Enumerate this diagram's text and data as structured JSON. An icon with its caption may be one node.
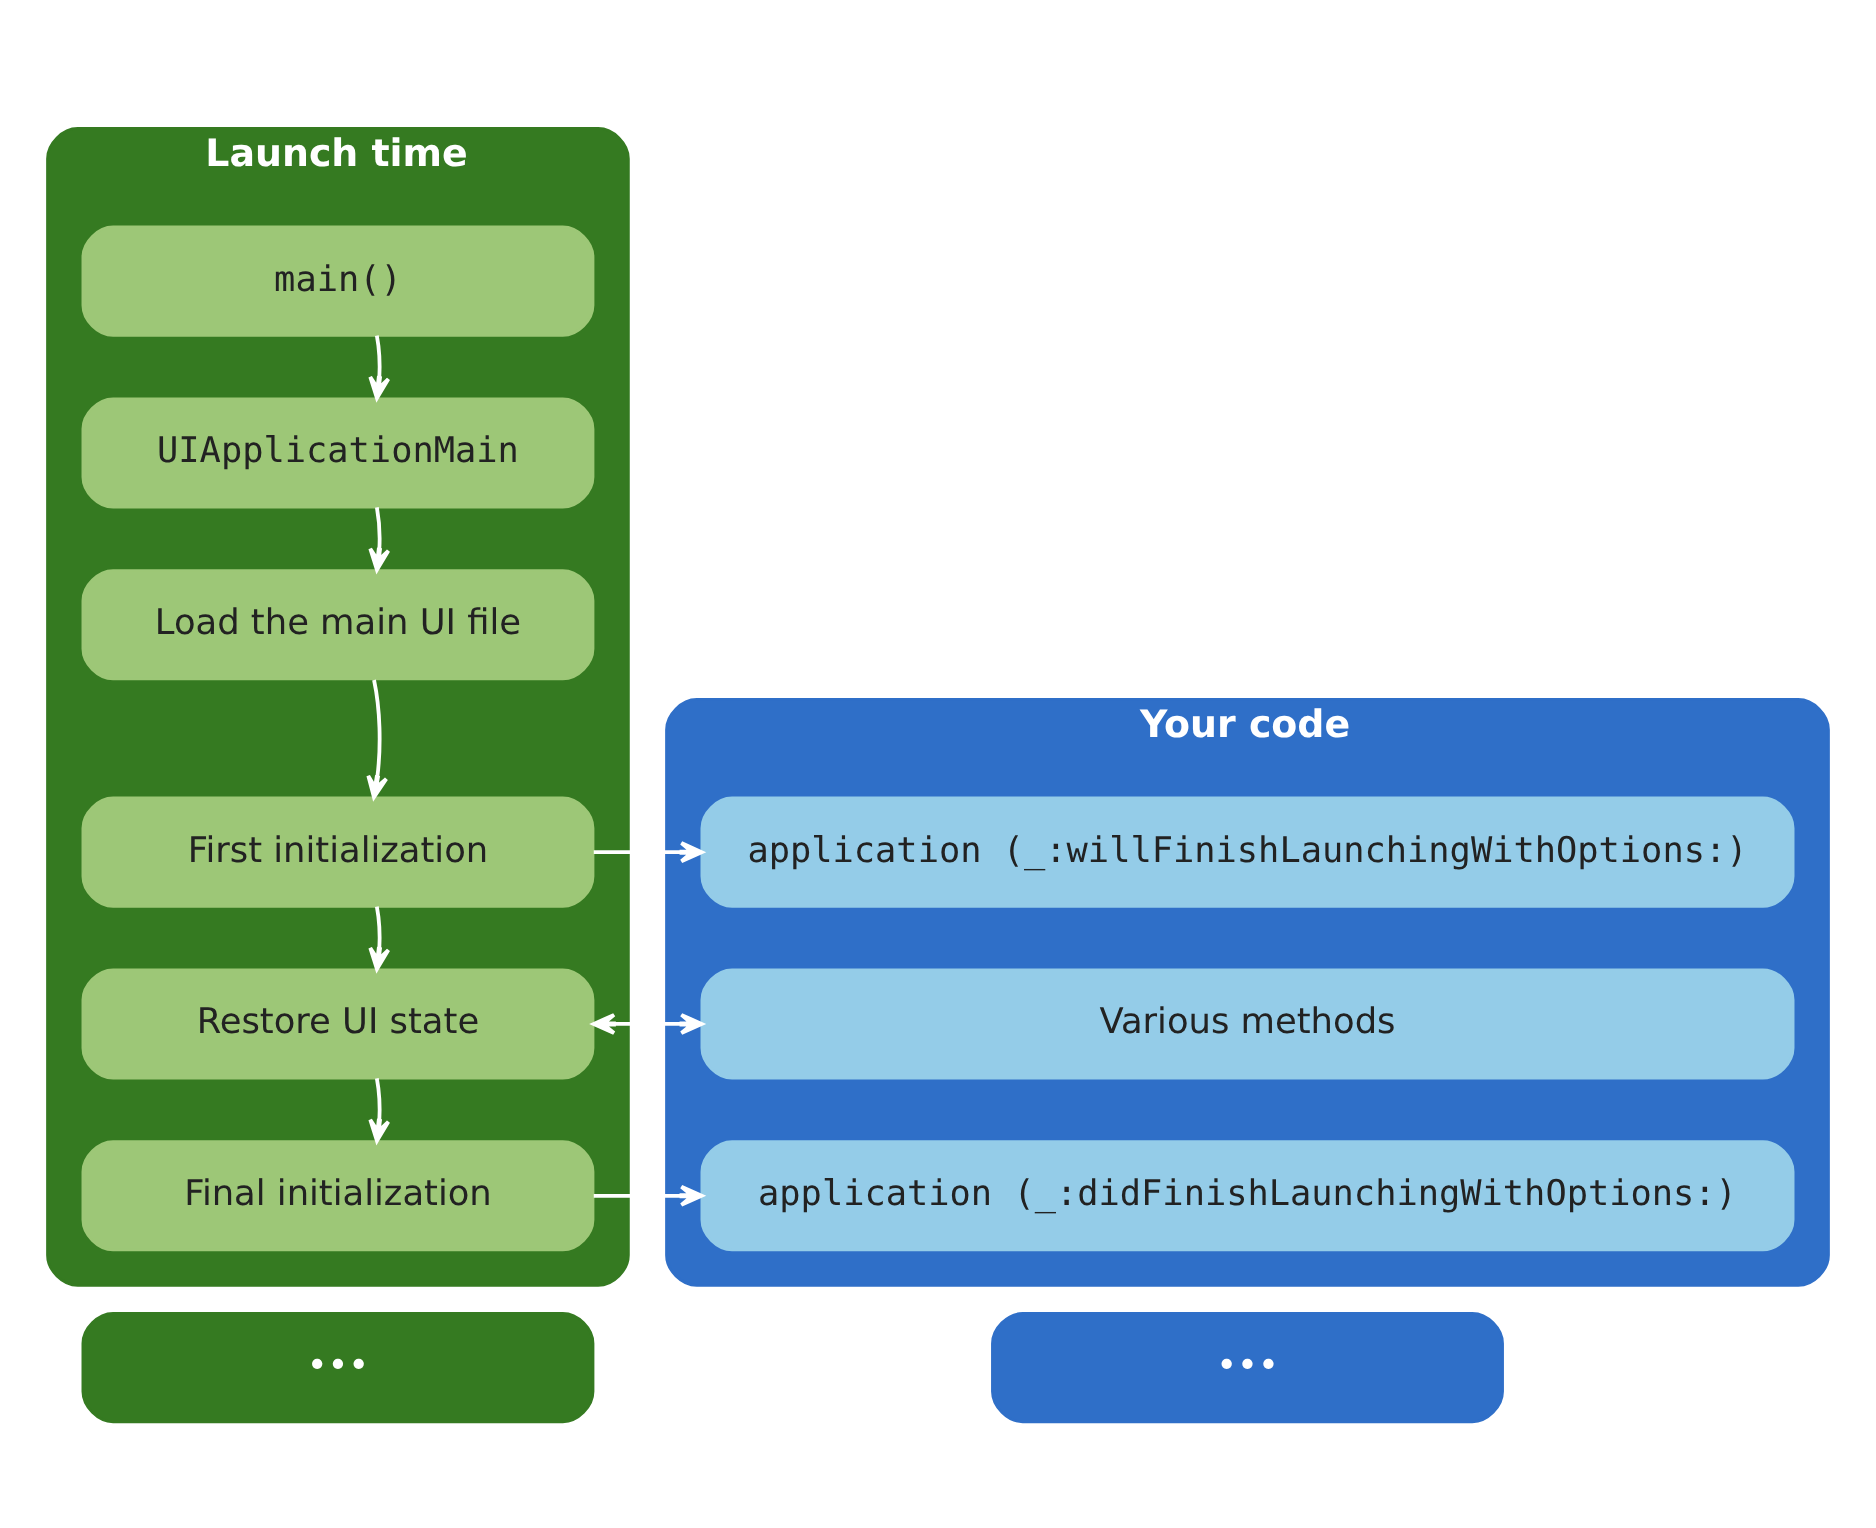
{
  "diagram": {
    "nodes": [
      {
        "text": [
          "Launch time"
        ]
      },
      {
        "text": [
          "main()"
        ],
        "in": 0
      },
      {
        "text": [
          "UIApplicationMain"
        ],
        "in": 0
      },
      {
        "text": [
          "Load the main UI file"
        ],
        "in": 0
      },
      {
        "text": [
          "First initialization"
        ],
        "in": 0
      },
      {
        "text": [
          "Restore UI state"
        ],
        "in": 0
      },
      {
        "text": [
          "Final initialization"
        ],
        "in": 0
      },
      {
        "text": [
          "Your code"
        ]
      },
      {
        "text": [
          "application (_:willFinishLaunchingWithOptions:)"
        ],
        "in": 7
      },
      {
        "text": [
          "Various methods"
        ],
        "in": 7
      },
      {
        "text": [
          "application (_:didFinishLaunchingWithOptions:)"
        ],
        "in": 7
      },
      {
        "text": [
          "•••"
        ]
      },
      {
        "text": [
          "•••"
        ]
      }
    ],
    "edges": [
      {
        "from": 1,
        "to": 2,
        "arrow": "to"
      },
      {
        "from": 2,
        "to": 3,
        "arrow": "to"
      },
      {
        "from": 3,
        "to": 4,
        "arrow": "to"
      },
      {
        "from": 4,
        "to": 5,
        "arrow": "to"
      },
      {
        "from": 5,
        "to": 6,
        "arrow": "to"
      },
      {
        "from": 4,
        "to": 8,
        "arrow": "to"
      },
      {
        "from": 5,
        "to": 9,
        "arrow": "both"
      },
      {
        "from": 6,
        "to": 10,
        "arrow": "to"
      }
    ]
  }
}
